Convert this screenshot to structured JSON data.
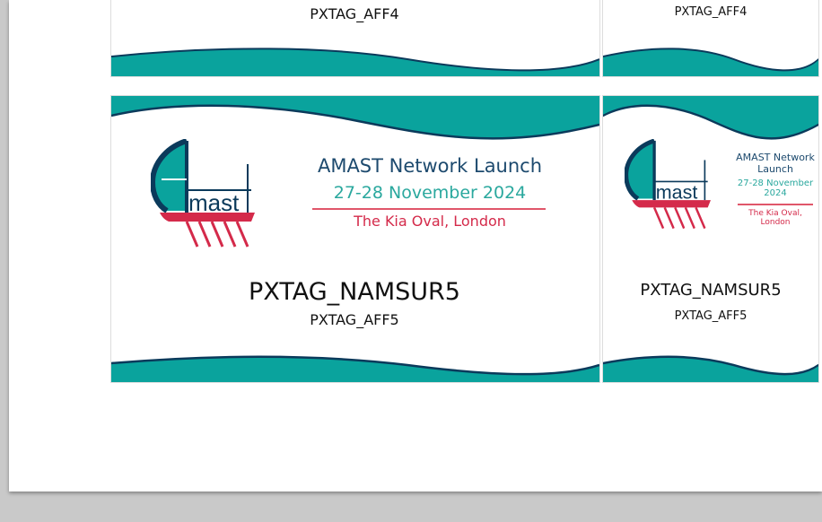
{
  "colors": {
    "teal": "#0aa39d",
    "navy": "#0b3a5b",
    "red": "#d42a4a"
  },
  "top_row": [
    {
      "affiliation": "PXTAG_AFF4"
    },
    {
      "affiliation": "PXTAG_AFF4"
    }
  ],
  "badge": {
    "logo_text": "mast",
    "title": "AMAST Network Launch",
    "date": "27-28 November 2024",
    "venue": "The Kia Oval, London",
    "name": "PXTAG_NAMSUR5",
    "affiliation": "PXTAG_AFF5"
  }
}
